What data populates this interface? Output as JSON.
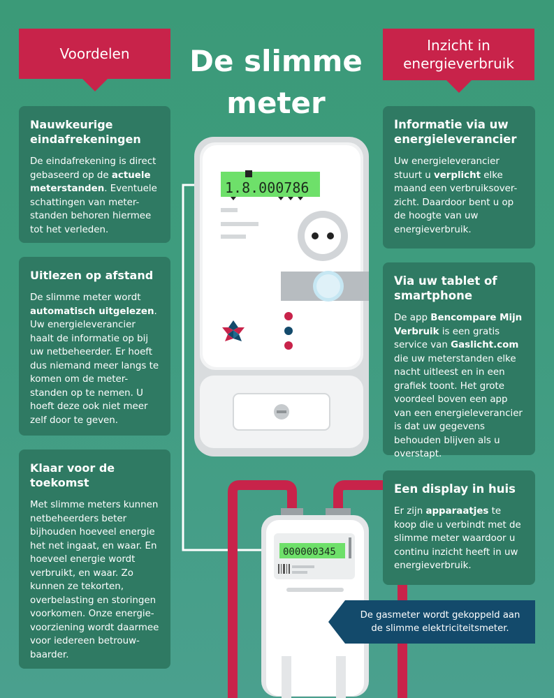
{
  "title": "De slimme meter",
  "left_header": "Voordelen",
  "right_header": "Inzicht in energieverbruik",
  "left_cards": [
    {
      "heading": "Nauwkeurige eindafrekeningen",
      "text_parts": [
        "De eindafrekening is direct gebaseerd op de ",
        "actuele meterstanden",
        ". Eventuele schattingen van meter-standen behoren hiermee tot het verleden."
      ]
    },
    {
      "heading": "Uitlezen op afstand",
      "text_parts": [
        "De slimme meter wordt ",
        "automatisch uitgelezen",
        ". Uw energieleverancier haalt de informatie op bij uw netbeheerder. Er hoeft dus niemand meer langs te komen om de meter-standen op te nemen. U hoeft deze ook niet meer zelf door te geven."
      ]
    },
    {
      "heading": "Klaar voor de toekomst",
      "text": "Met slimme meters kunnen netbeheerders beter bijhouden hoeveel energie het net ingaat, en waar. En hoeveel energie wordt verbruikt, en waar. Zo kunnen ze tekorten, overbelasting en storingen voorkomen. Onze energie-voorziening wordt daarmee voor iedereen betrouw-baarder."
    }
  ],
  "right_cards": [
    {
      "heading": "Informatie via uw energieleverancier",
      "text_parts": [
        "Uw energieleverancier stuurt u ",
        "verplicht",
        " elke maand een verbruiksover-zicht. Daardoor bent u op de hoogte van uw energieverbruik."
      ]
    },
    {
      "heading": "Via uw tablet of smartphone",
      "text_parts": [
        "De app ",
        "Bencompare Mijn Verbruik",
        " is een gratis service van ",
        "Gaslicht.com",
        " die uw meterstanden elke nacht uitleest en in een grafiek toont. Het grote voordeel boven een app van een energieleverancier is dat uw gegevens behouden blijven als u overstapt."
      ]
    },
    {
      "heading": "Een display in huis",
      "text_parts": [
        "Er zijn ",
        "apparaatjes",
        " te koop die u verbindt met de slimme meter waardoor u continu inzicht heeft in uw energieverbruik."
      ]
    }
  ],
  "callout": "De gasmeter wordt gekoppeld aan de slimme elektriciteitsmeter.",
  "electric_meter_display": "1.8.000786",
  "gas_meter_display": "000000345",
  "colors": {
    "background": "#3f9c7f",
    "card": "#2f7a63",
    "ribbon": "#c8234a",
    "callout": "#134a6b",
    "lcd": "#6ee06a",
    "pipe": "#c8234a"
  }
}
